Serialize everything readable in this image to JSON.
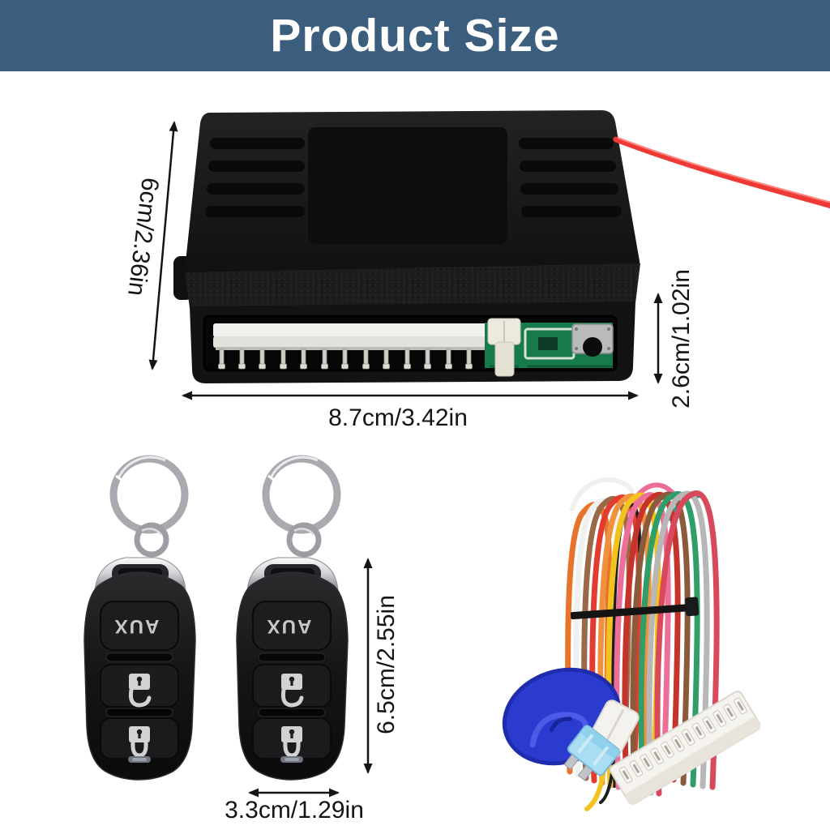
{
  "banner": {
    "title": "Product Size",
    "bg_color": "#3b5e7e",
    "text_color": "#ffffff"
  },
  "module": {
    "height_label": "6cm/2.36in",
    "width_label": "8.7cm/3.42in",
    "depth_label": "2.6cm/1.02in",
    "pin_count": 13,
    "colors": {
      "body": "#161616",
      "pcb_green": "#177a4b",
      "connector_white": "#f1f1ee",
      "antenna_red": "#ee3a35"
    }
  },
  "remotes": {
    "count": 2,
    "aux_label": "AUX",
    "height_label": "6.5cm/2.55in",
    "width_label": "3.3cm/1.29in",
    "colors": {
      "body": "#141416",
      "chrome": "#d2d2d6",
      "icon_silver": "#d2d2d4"
    }
  },
  "harness": {
    "connector_pins": 12,
    "wire_colors": [
      "orange",
      "white",
      "brown",
      "red",
      "light-orange",
      "yellow",
      "pink",
      "dark-red",
      "green",
      "gray",
      "black",
      "teal"
    ],
    "colors": {
      "grommet_blue": "#2b3bd0",
      "fuse_blue": "#a9ddf3",
      "connector_white": "#f5f3ee"
    }
  },
  "annotation_color": "#141414"
}
